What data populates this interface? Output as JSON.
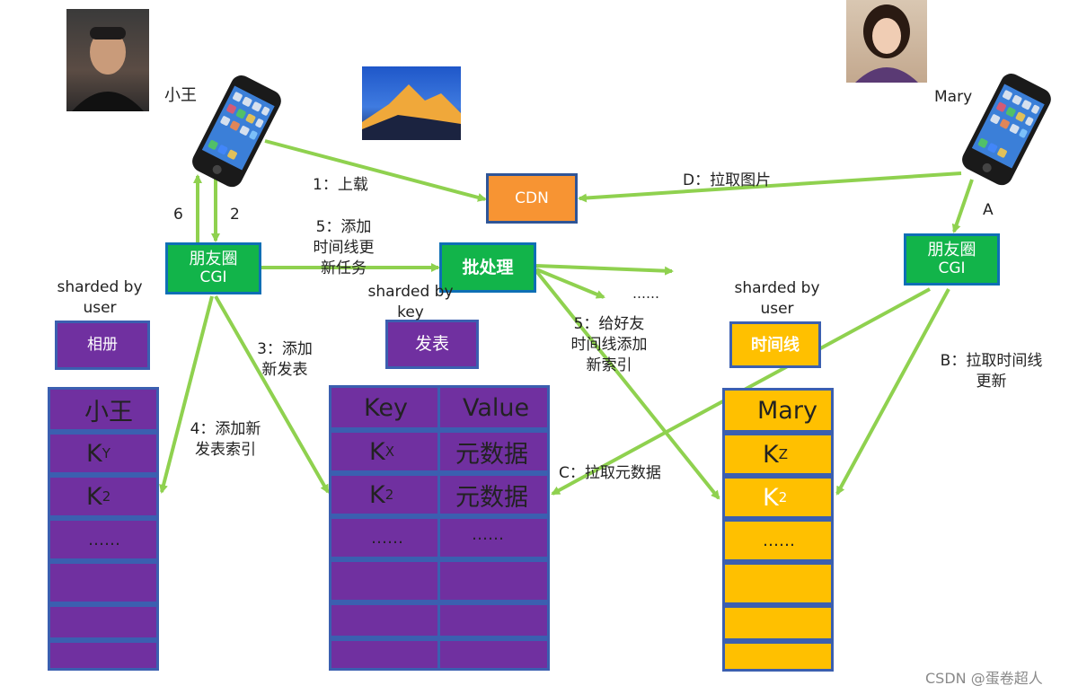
{
  "persons": {
    "xiaowang": "小王",
    "mary": "Mary"
  },
  "boxes": {
    "cdn": "CDN",
    "cgi_left_line1": "朋友圈",
    "cgi_left_line2": "CGI",
    "cgi_right_line1": "朋友圈",
    "cgi_right_line2": "CGI",
    "batch": "批处理",
    "album": "相册",
    "publish": "发表",
    "timeline": "时间线"
  },
  "sharded": {
    "left_line1": "sharded by",
    "left_line2": "user",
    "mid_line1": "sharded by",
    "mid_line2": "key",
    "right_line1": "sharded by",
    "right_line2": "user"
  },
  "steps": {
    "s1": "1：上载",
    "s6": "6",
    "s2": "2",
    "s5a_line1": "5：添加",
    "s5a_line2": "时间线更",
    "s5a_line3": "新任务",
    "s3_line1": "3：添加",
    "s3_line2": "新发表",
    "s4_line1": "4：添加新",
    "s4_line2": "发表索引",
    "s5b_line1": "5：给好友",
    "s5b_line2": "时间线添加",
    "s5b_line3": "新索引",
    "dots": "……",
    "sD": "D：拉取图片",
    "sA": "A",
    "sB_line1": "B：拉取时间线",
    "sB_line2": "更新",
    "sC": "C：拉取元数据"
  },
  "album_table": {
    "r0": "小王",
    "r1_main": "K",
    "r1_sub": "Y",
    "r2_main": "K",
    "r2_sub": "2",
    "r3": "……"
  },
  "publish_table": {
    "h_key": "Key",
    "h_value": "Value",
    "r1_key_main": "K",
    "r1_key_sub": "X",
    "r1_value": "元数据",
    "r2_key_main": "K",
    "r2_key_sub": "2",
    "r2_value": "元数据",
    "r3_key": "……",
    "r3_value": "……"
  },
  "timeline_table": {
    "r0": "Mary",
    "r1_main": "K",
    "r1_sub": "Z",
    "r2_main": "K",
    "r2_sub": "2",
    "r3": "……"
  },
  "watermark": "CSDN @蛋卷超人",
  "colors": {
    "arrow": "#8fd14f",
    "green_box": "#12b44a",
    "purple_box": "#7030a0",
    "gold_box": "#ffc000",
    "orange_box": "#f79433"
  }
}
